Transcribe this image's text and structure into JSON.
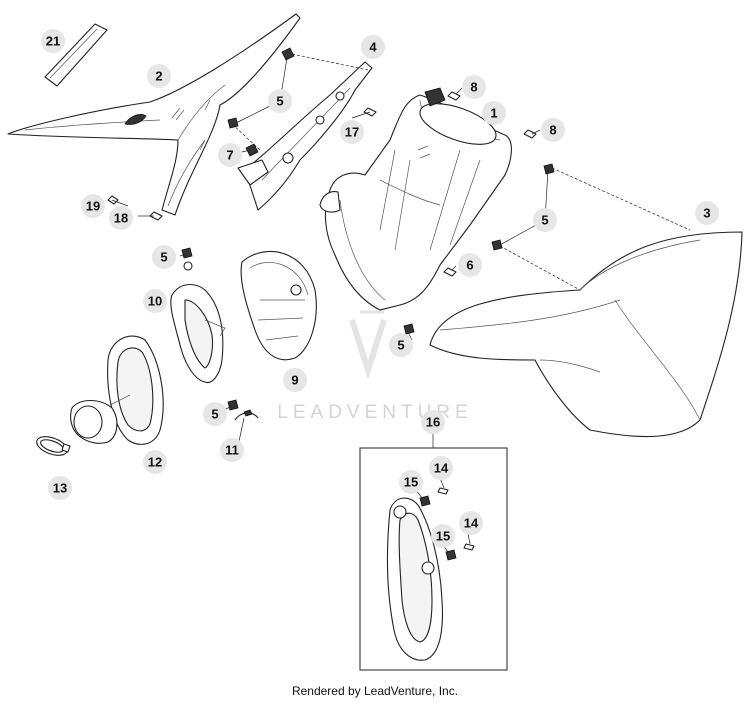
{
  "watermark": "LEADVENTURE",
  "footer": "Rendered by LeadVenture, Inc.",
  "callouts": [
    "21",
    "2",
    "4",
    "5",
    "5",
    "5",
    "7",
    "17",
    "8",
    "8",
    "1",
    "19",
    "18",
    "3",
    "5",
    "5",
    "6",
    "5",
    "10",
    "9",
    "5",
    "11",
    "12",
    "13",
    "16",
    "14",
    "15",
    "14",
    "15"
  ],
  "colors": {
    "callout_fill": "#e6e6e6",
    "line": "#222222",
    "watermark": "#d4d4d4"
  }
}
